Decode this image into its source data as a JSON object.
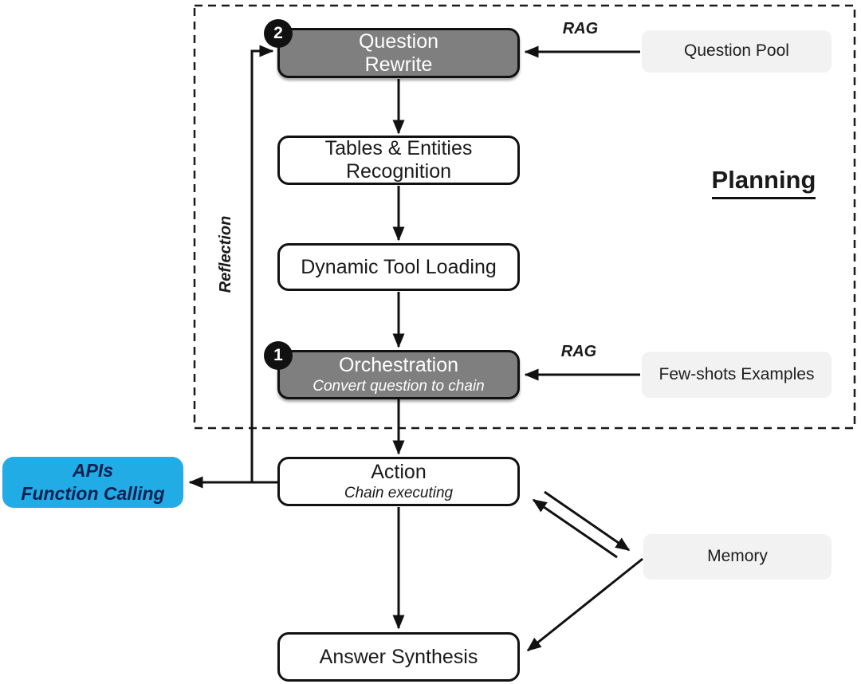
{
  "diagram": {
    "planning_label": "Planning",
    "reflection_label": "Reflection",
    "rag_label_top": "RAG",
    "rag_label_bottom": "RAG",
    "nodes": {
      "question_rewrite": {
        "badge": "2",
        "title": "Question\nRewrite"
      },
      "tables_entities_recognition": {
        "title": "Tables & Entities\nRecognition"
      },
      "dynamic_tool_loading": {
        "title": "Dynamic Tool Loading"
      },
      "orchestration": {
        "badge": "1",
        "title": "Orchestration",
        "subtitle": "Convert question to chain"
      },
      "question_pool": {
        "title": "Question Pool"
      },
      "few_shots_examples": {
        "title": "Few-shots Examples"
      },
      "action": {
        "title": "Action",
        "subtitle": "Chain executing"
      },
      "apis": {
        "title": "APIs",
        "subtitle": "Function Calling"
      },
      "memory": {
        "title": "Memory"
      },
      "answer_synthesis": {
        "title": "Answer Synthesis"
      }
    },
    "edges": [
      {
        "from": "question_pool",
        "to": "question_rewrite",
        "label": "RAG"
      },
      {
        "from": "question_rewrite",
        "to": "tables_entities_recognition"
      },
      {
        "from": "tables_entities_recognition",
        "to": "dynamic_tool_loading"
      },
      {
        "from": "dynamic_tool_loading",
        "to": "orchestration"
      },
      {
        "from": "few_shots_examples",
        "to": "orchestration",
        "label": "RAG"
      },
      {
        "from": "orchestration",
        "to": "action"
      },
      {
        "from": "action",
        "to": "question_rewrite",
        "label": "Reflection"
      },
      {
        "from": "action",
        "to": "apis"
      },
      {
        "from": "action",
        "to": "memory"
      },
      {
        "from": "memory",
        "to": "action"
      },
      {
        "from": "memory",
        "to": "answer_synthesis"
      },
      {
        "from": "action",
        "to": "answer_synthesis"
      }
    ],
    "colors": {
      "stage_fill": "#7f7f7f",
      "process_fill": "#ffffff",
      "data_fill": "#f2f2f2",
      "api_fill": "#21ace6",
      "api_text": "#0d2050",
      "line": "#111111",
      "text": "#1a1a1a"
    }
  }
}
